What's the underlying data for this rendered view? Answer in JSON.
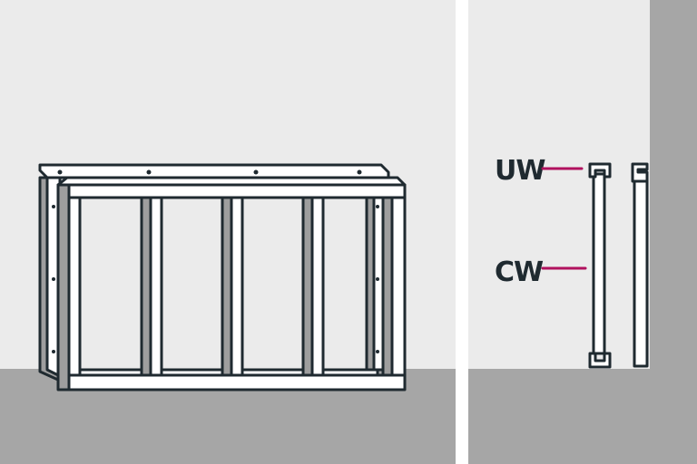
{
  "labels": {
    "uw": "UW",
    "cw": "CW"
  },
  "colors": {
    "wall": "#ebebeb",
    "floor": "#a6a6a6",
    "divider": "#ffffff",
    "outline": "#1f2a30",
    "stud_fill": "#ffffff",
    "stud_shadow": "#9e9e9e",
    "leader_line": "#b0115e"
  },
  "panels": [
    {
      "name": "frame-assembly",
      "description_visible": false
    },
    {
      "name": "profile-sections",
      "description_visible": false
    }
  ]
}
